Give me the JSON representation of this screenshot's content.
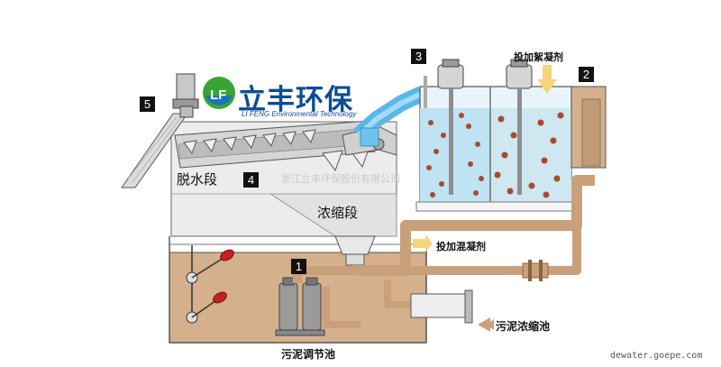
{
  "brand": {
    "name": "立丰环保",
    "subtitle": "LI FENG Environmental Technology",
    "logo_glyph": "LF",
    "primary_color": "#0b4c94",
    "accent_color": "#3aa335"
  },
  "watermark": "浙江立丰环保股份有限公司",
  "markers": [
    "1",
    "2",
    "3",
    "4",
    "5"
  ],
  "labels": {
    "dewatering": "脱水段",
    "thickening": "浓缩段",
    "flocculant": "投加絮凝剂",
    "coagulant": "投加混凝剂",
    "regulating_tank": "污泥调节池",
    "thickening_tank": "污泥浓缩池"
  },
  "footer": "dewater.goepe.com",
  "colors": {
    "sludge": "#d4b08c",
    "sludge_dark": "#a8794d",
    "water": "#6fc3ea",
    "steel": "#c8c8c8",
    "dot": "#a84a2c",
    "arrow": "#f3d67a"
  }
}
